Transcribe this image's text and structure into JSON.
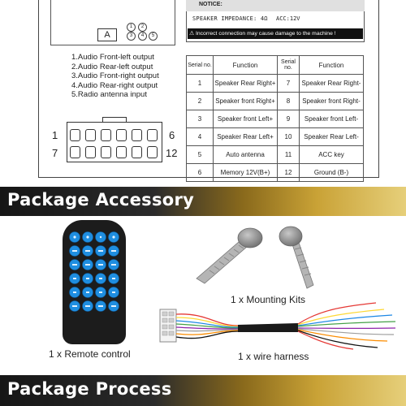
{
  "connector": {
    "label": "A",
    "pins": [
      "1",
      "2",
      "3",
      "4",
      "5"
    ],
    "outputs": [
      "1.Audio Front-left output",
      "2.Audio Rear-left output",
      "3.Audio Front-right output",
      "4.Audio Rear-right output",
      "5.Radio antenna input"
    ],
    "row_labels": {
      "top_left": "1",
      "top_right": "6",
      "bottom_left": "7",
      "bottom_right": "12"
    }
  },
  "notice": {
    "title": "NOTICE:",
    "impedance": "SPEAKER IMPEDANCE: 4Ω",
    "acc": "ACC:12V",
    "warning": "Incorrect connection may cause damage to the machine !"
  },
  "table": {
    "headers": [
      "Serial no.",
      "Function",
      "Serial no.",
      "Function"
    ],
    "rows": [
      [
        "1",
        "Speaker Rear Right+",
        "7",
        "Speaker Rear Right-"
      ],
      [
        "2",
        "Speaker front Right+",
        "8",
        "Speaker front Right-"
      ],
      [
        "3",
        "Speaker front Left+",
        "9",
        "Speaker front Left-"
      ],
      [
        "4",
        "Speaker Rear Left+",
        "10",
        "Speaker Rear Left-"
      ],
      [
        "5",
        "Auto antenna",
        "11",
        "ACC key"
      ],
      [
        "6",
        "Memory 12V(B+)",
        "12",
        "Ground (B-)"
      ]
    ]
  },
  "banners": {
    "accessory": "Package Accessory",
    "process": "Package Process"
  },
  "accessories": {
    "remote_caption": "1 x Remote control",
    "mounting_caption": "1 x Mounting Kits",
    "harness_caption": "1 x wire harness"
  },
  "colors": {
    "remote_body": "#1c1c1c",
    "remote_button": "#1f8ee0",
    "banner_gold": "#c9a236"
  }
}
